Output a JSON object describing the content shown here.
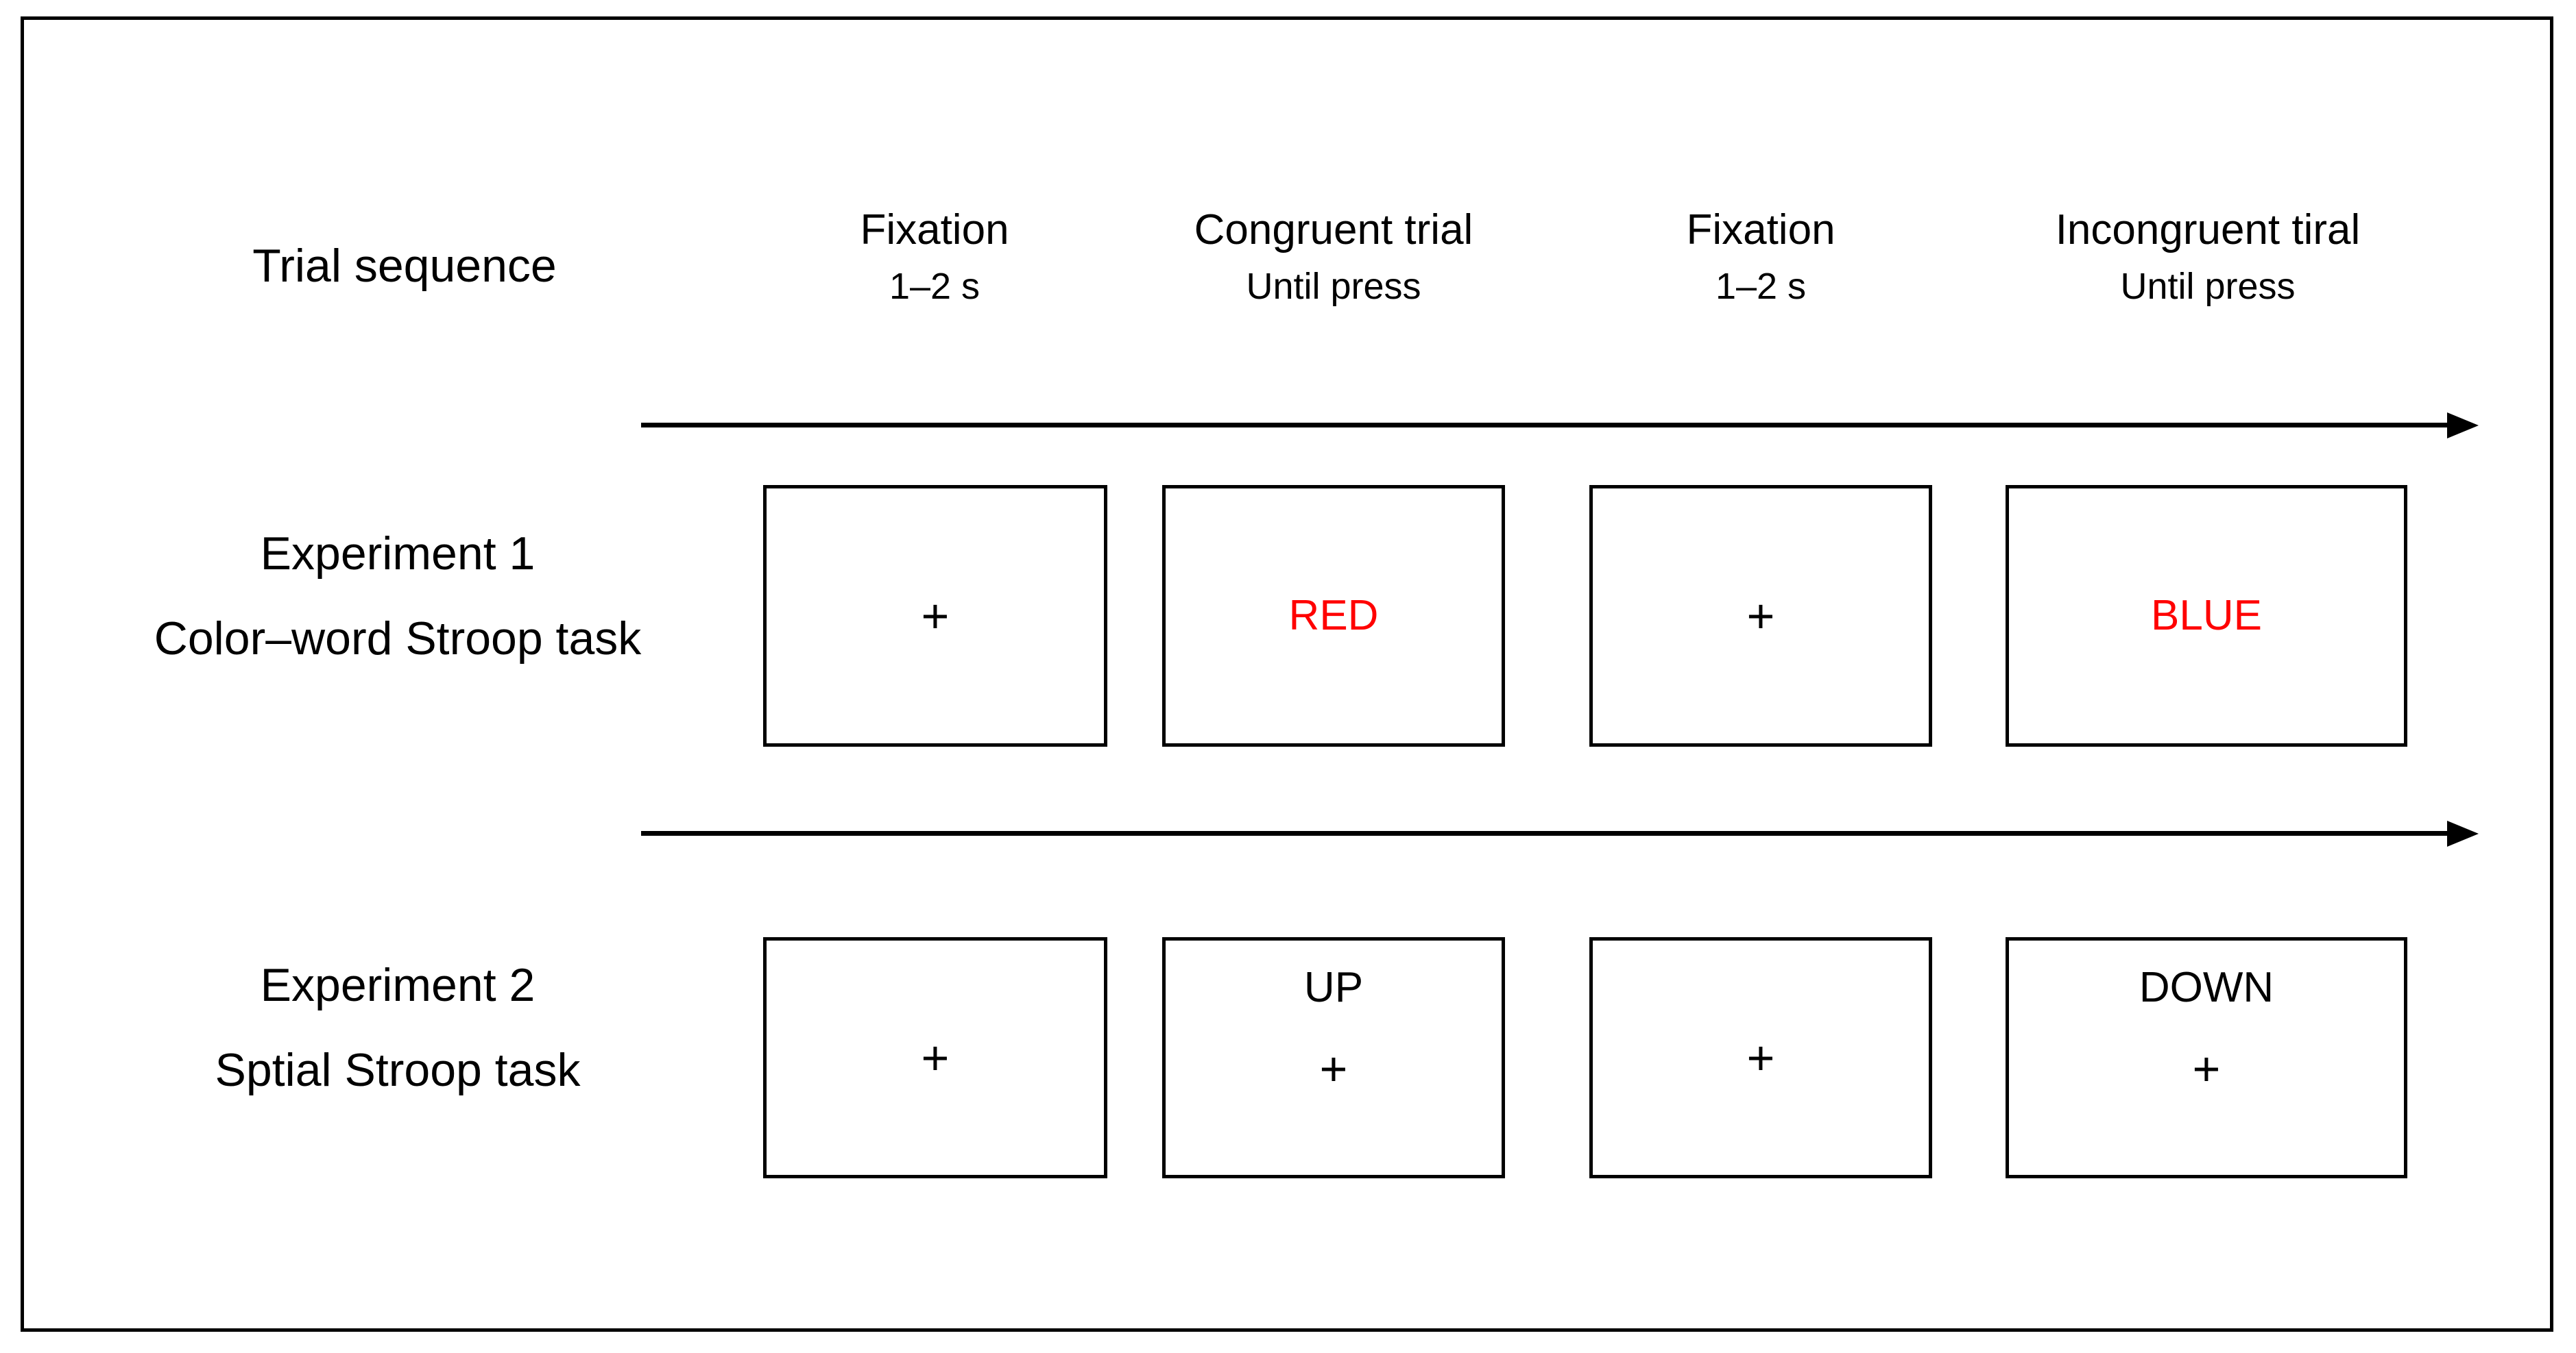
{
  "figure": {
    "row_labels": {
      "trial_sequence": "Trial sequence",
      "experiment1_title": "Experiment 1",
      "experiment1_subtitle": "Color–word Stroop task",
      "experiment2_title": "Experiment 2",
      "experiment2_subtitle": "Sptial Stroop task"
    },
    "columns": [
      {
        "title": "Fixation",
        "duration": "1–2  s"
      },
      {
        "title": "Congruent trial",
        "duration": "Until press"
      },
      {
        "title": "Fixation",
        "duration": "1–2  s"
      },
      {
        "title": "Incongruent tiral",
        "duration": "Until press"
      }
    ],
    "experiment1": {
      "frames": [
        {
          "type": "fixation",
          "fixation": "+",
          "word": "",
          "word_color": "#000000"
        },
        {
          "type": "word",
          "fixation": "",
          "word": "RED",
          "word_color": "#ff0000"
        },
        {
          "type": "fixation",
          "fixation": "+",
          "word": "",
          "word_color": "#000000"
        },
        {
          "type": "word",
          "fixation": "",
          "word": "BLUE",
          "word_color": "#ff0000"
        }
      ]
    },
    "experiment2": {
      "frames": [
        {
          "type": "fixation",
          "fixation": "+",
          "word": "",
          "word_color": "#000000"
        },
        {
          "type": "spatial",
          "fixation": "+",
          "word": "UP",
          "word_color": "#000000"
        },
        {
          "type": "fixation",
          "fixation": "+",
          "word": "",
          "word_color": "#000000"
        },
        {
          "type": "spatial",
          "fixation": "+",
          "word": "DOWN",
          "word_color": "#000000"
        }
      ]
    },
    "arrows": {
      "top_label": "time-arrow-experiment-1",
      "bottom_label": "time-arrow-experiment-2"
    },
    "colors": {
      "ink": "#000000",
      "stimulus_red": "#ff0000",
      "background": "#ffffff"
    }
  }
}
